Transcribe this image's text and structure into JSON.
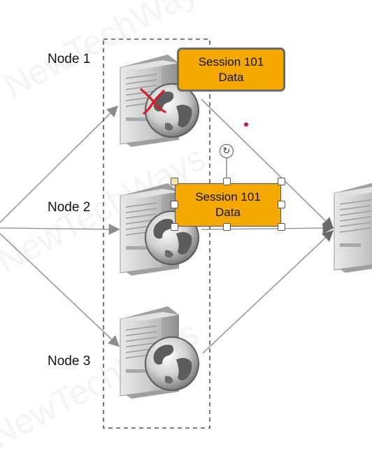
{
  "nodes": [
    {
      "label": "Node 1",
      "failed": true
    },
    {
      "label": "Node 2",
      "failed": false
    },
    {
      "label": "Node 3",
      "failed": false
    }
  ],
  "session_badges": [
    {
      "line1": "Session 101",
      "line2": "Data"
    },
    {
      "line1": "Session 101",
      "line2": "Data"
    }
  ],
  "watermark": "NewTechWays",
  "colors": {
    "badge_fill": "#f5a800",
    "failure_mark": "#d31f2a",
    "connector": "#9a9a9a",
    "server_body": "#c8c8c8"
  },
  "icons": [
    "server-icon",
    "globe-icon",
    "failure-x-icon",
    "rotate-handle-icon"
  ]
}
